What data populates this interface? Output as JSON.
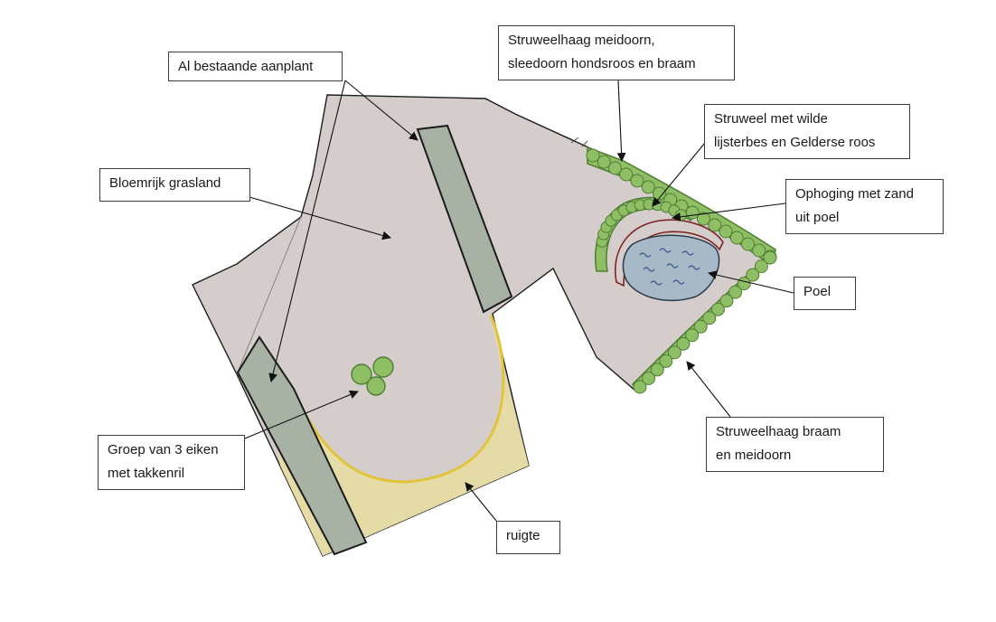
{
  "colors": {
    "paper": "#d4cdcc",
    "existing_strip": "#a8b2a4",
    "ruigte": "#e5dba7",
    "ruigte_line": "#e2c33a",
    "hedge": "#8fbf65",
    "hedge_dark": "#4f7d34",
    "pond": "#a7b8c6",
    "mound_outline": "#7d2525",
    "outline": "#1c1c1c"
  },
  "labels": {
    "bestaande": "Al bestaande aanplant",
    "grasland": "Bloemrijk grasland",
    "haag_boven": {
      "line1": "Struweelhaag meidoorn,",
      "line2": "sleedoorn hondsroos en braam"
    },
    "struweel": {
      "line1": "Struweel met wilde",
      "line2": "lijsterbes en Gelderse roos"
    },
    "ophoging": {
      "line1": "Ophoging met zand",
      "line2": "uit poel"
    },
    "poel": "Poel",
    "haag_onder": {
      "line1": "Struweelhaag braam",
      "line2": "en meidoorn"
    },
    "eiken": {
      "line1": "Groep van 3 eiken",
      "line2": "met takkenril"
    },
    "ruigte": "ruigte"
  }
}
